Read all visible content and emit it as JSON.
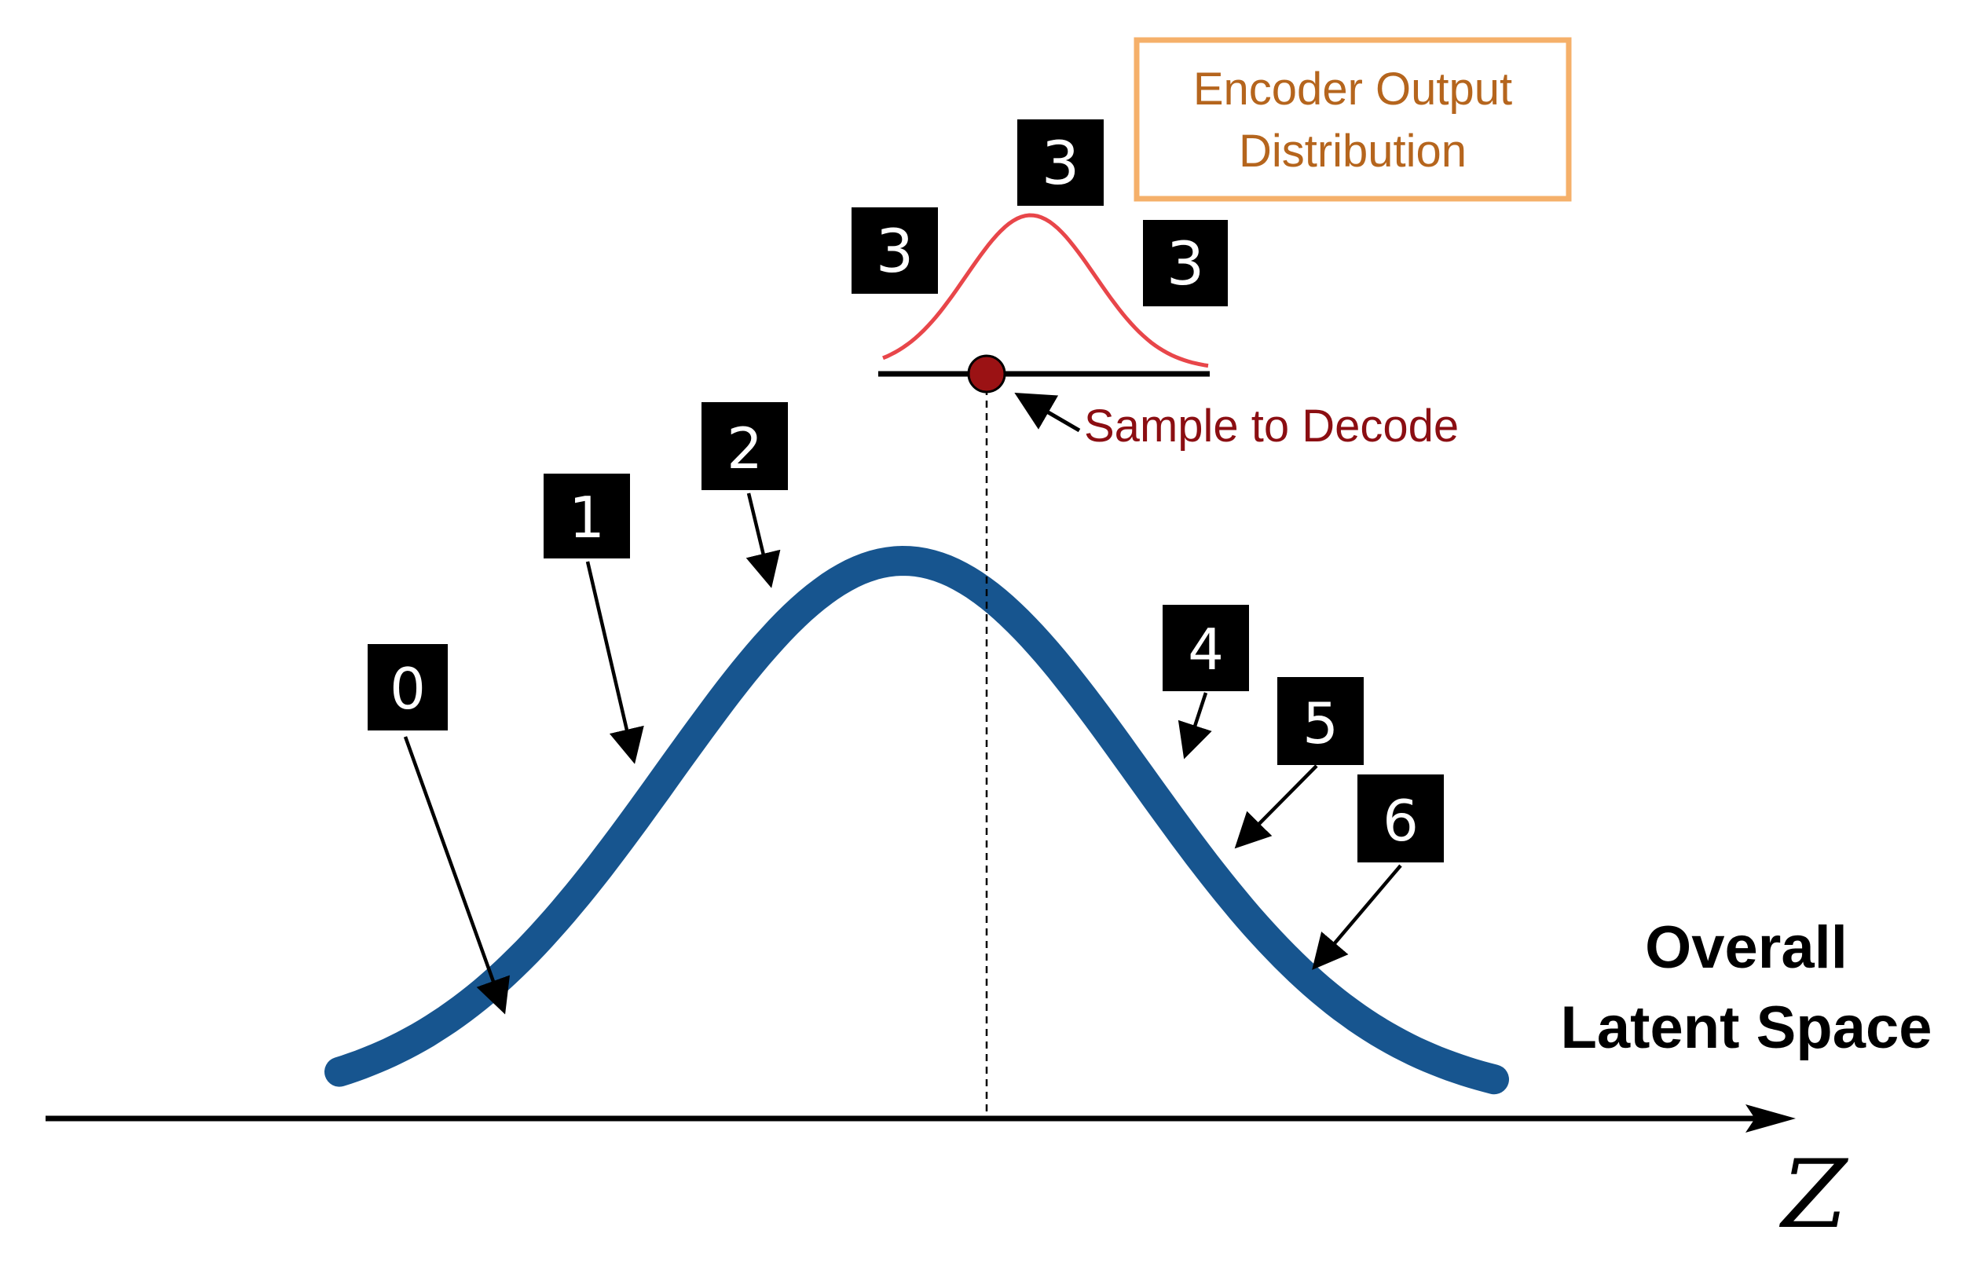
{
  "encoder_box": {
    "line1": "Encoder Output",
    "line2": "Distribution",
    "border_color": "#f5b06a",
    "text_color": "#b5651d"
  },
  "sample_label": {
    "text": "Sample to Decode",
    "color": "#8b0e12"
  },
  "overall_label": {
    "line1": "Overall",
    "line2": "Latent Space"
  },
  "axis": {
    "variable": "Z"
  },
  "encoder_samples": [
    {
      "digit": "3"
    },
    {
      "digit": "3"
    },
    {
      "digit": "3"
    }
  ],
  "latent_digits": [
    {
      "digit": "0"
    },
    {
      "digit": "1"
    },
    {
      "digit": "2"
    },
    {
      "digit": "4"
    },
    {
      "digit": "5"
    },
    {
      "digit": "6"
    }
  ],
  "colors": {
    "latent_curve": "#17558f",
    "encoder_curve": "#e8464a",
    "sample_point": "#9b1214",
    "axis": "#000000"
  }
}
